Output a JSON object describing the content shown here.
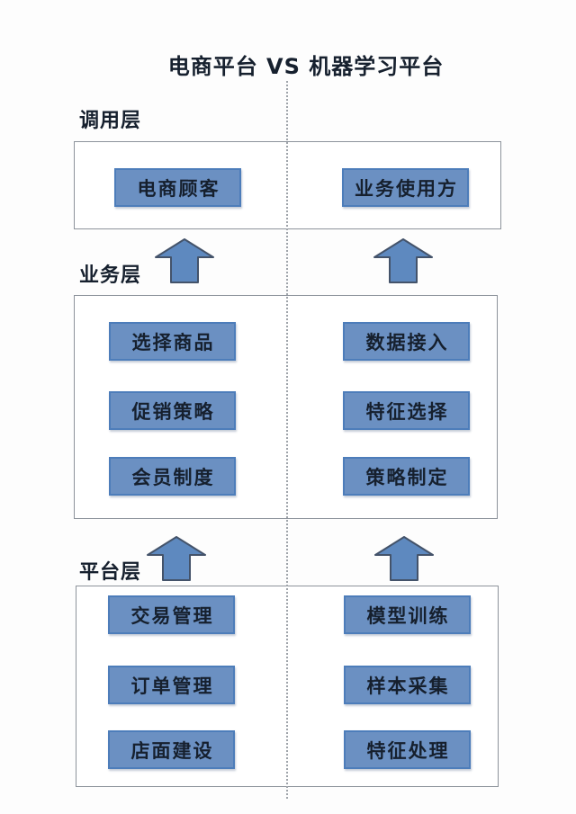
{
  "title": "电商平台 VS 机器学习平台",
  "colors": {
    "text": "#16202e",
    "box_fill": "#6b90c2",
    "box_border": "#4d7dba",
    "arrow_fill": "#5e89bf",
    "arrow_border": "#44536a",
    "container_border": "#8d939b",
    "divider": "#9fa4aa",
    "background": "#fdfdfd"
  },
  "icons": {
    "up_arrow": "block-arrow-up"
  },
  "layers": [
    {
      "label": "调用层",
      "left": [
        "电商顾客"
      ],
      "right": [
        "业务使用方"
      ]
    },
    {
      "label": "业务层",
      "left": [
        "选择商品",
        "促销策略",
        "会员制度"
      ],
      "right": [
        "数据接入",
        "特征选择",
        "策略制定"
      ]
    },
    {
      "label": "平台层",
      "left": [
        "交易管理",
        "订单管理",
        "店面建设"
      ],
      "right": [
        "模型训练",
        "样本采集",
        "特征处理"
      ]
    }
  ]
}
